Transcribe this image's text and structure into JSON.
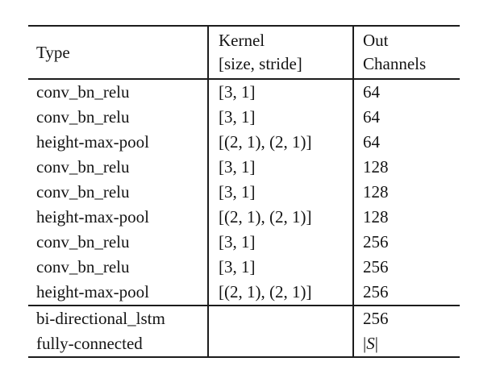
{
  "page": {
    "background": "#ffffff"
  },
  "table": {
    "text_color": "#141414",
    "rule_color": "#1c1c1c",
    "header": [
      {
        "lines": [
          "Type"
        ]
      },
      {
        "lines": [
          "Kernel",
          "[size, stride]"
        ]
      },
      {
        "lines": [
          "Out",
          "Channels"
        ]
      }
    ],
    "body_rows": [
      {
        "cells": [
          "conv_bn_relu",
          "[3, 1]",
          "64"
        ]
      },
      {
        "cells": [
          "conv_bn_relu",
          "[3, 1]",
          "64"
        ]
      },
      {
        "cells": [
          "height-max-pool",
          "[(2, 1), (2, 1)]",
          "64"
        ]
      },
      {
        "cells": [
          "conv_bn_relu",
          "[3, 1]",
          "128"
        ]
      },
      {
        "cells": [
          "conv_bn_relu",
          "[3, 1]",
          "128"
        ]
      },
      {
        "cells": [
          "height-max-pool",
          "[(2, 1), (2, 1)]",
          "128"
        ]
      },
      {
        "cells": [
          "conv_bn_relu",
          "[3, 1]",
          "256"
        ]
      },
      {
        "cells": [
          "conv_bn_relu",
          "[3, 1]",
          "256"
        ]
      },
      {
        "cells": [
          "height-max-pool",
          "[(2, 1), (2, 1)]",
          "256"
        ]
      }
    ],
    "footer_rows": [
      {
        "cells": [
          "bi-directional_lstm",
          "",
          "256"
        ]
      },
      {
        "cells": [
          "fully-connected",
          "",
          [
            {
              "text": "|"
            },
            {
              "text": "S",
              "italic": true
            },
            {
              "text": "|"
            }
          ]
        ]
      }
    ]
  }
}
